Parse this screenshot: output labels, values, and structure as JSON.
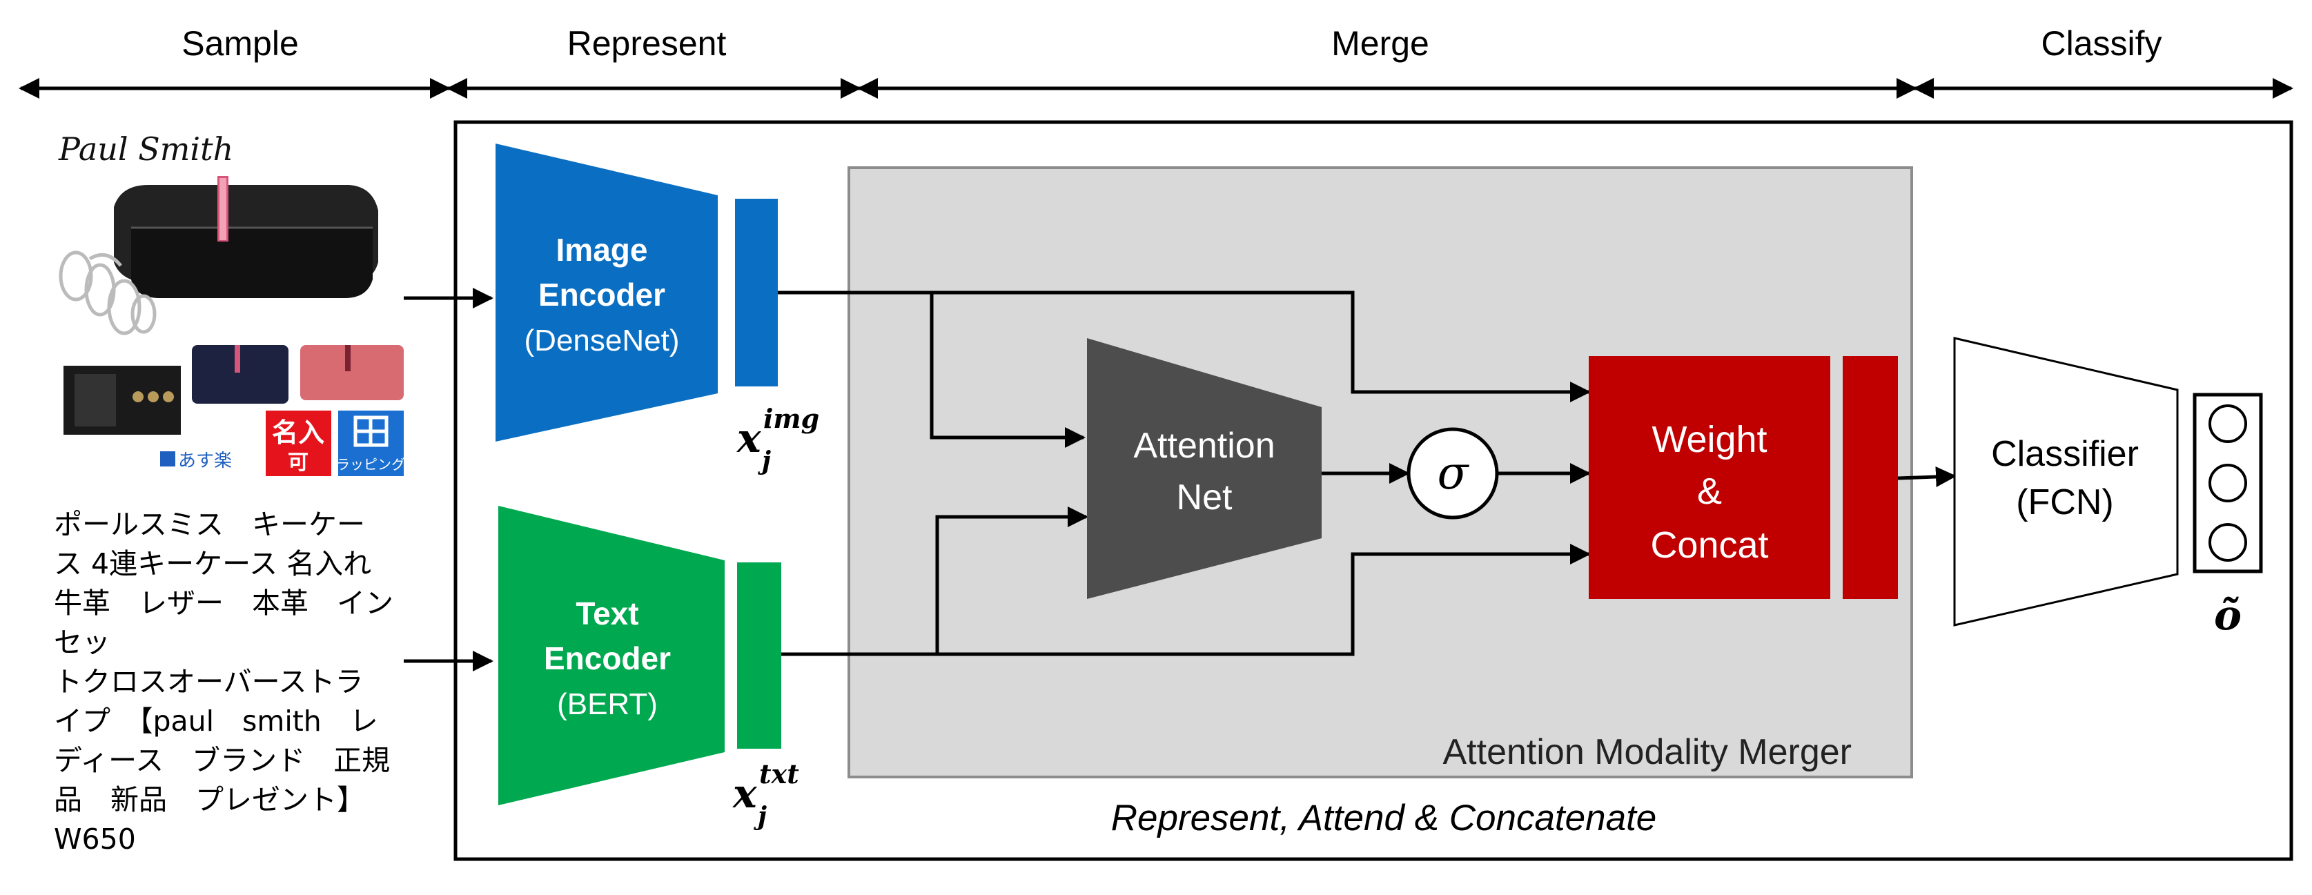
{
  "stages": {
    "sample": "Sample",
    "represent": "Represent",
    "merge": "Merge",
    "classify": "Classify"
  },
  "sample": {
    "brand": "Paul Smith",
    "badges": {
      "delivery": "あす楽",
      "name_engrave": "名入",
      "name_engrave_sub": "可",
      "wrapping": "ラッピング"
    },
    "text_lines": [
      "ポールスミス　キーケー",
      "ス 4連キーケース 名入れ",
      "牛革　レザー　本革　イン",
      "セッ",
      "トクロスオーバーストラ",
      "イプ　【paul　smith　レ",
      "ディース　ブランド　正規",
      "品　新品　プレゼント】",
      "W650"
    ]
  },
  "image_encoder": {
    "line1": "Image",
    "line2": "Encoder",
    "line3": "(DenseNet)",
    "feature_base": "x",
    "feature_sub": "j",
    "feature_sup": "img"
  },
  "text_encoder": {
    "line1": "Text",
    "line2": "Encoder",
    "line3": "(BERT)",
    "feature_base": "x",
    "feature_sub": "j",
    "feature_sup": "txt"
  },
  "attention_net": {
    "line1": "Attention",
    "line2": "Net"
  },
  "sigma": "σ",
  "weight_concat": {
    "line1": "Weight",
    "line2": "&",
    "line3": "Concat"
  },
  "merger_label": "Attention Modality Merger",
  "model_caption": "Represent, Attend & Concatenate",
  "classifier": {
    "line1": "Classifier",
    "line2": "(FCN)"
  },
  "output_symbol": "õ",
  "colors": {
    "image_encoder": "#0a6fc2",
    "text_encoder": "#00a84f",
    "attention_net": "#4d4d4d",
    "weight_concat": "#c00000",
    "merger_bg": "#d9d9d9",
    "merger_border": "#8c8c8c"
  }
}
